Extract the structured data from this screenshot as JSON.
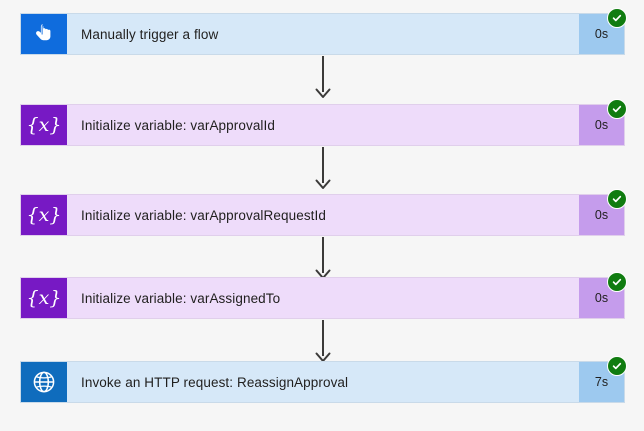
{
  "canvas": {
    "background_color": "#f6f6f6",
    "status_color": "#107c10"
  },
  "flow": {
    "steps": [
      {
        "title": "Manually trigger a flow",
        "duration": "0s",
        "icon": "touch-hand-icon",
        "icon_color": "#0f6cdd",
        "row_color": "#d6e8f8",
        "duration_color": "#9dc9ef",
        "status": "succeeded"
      },
      {
        "title": "Initialize variable: varApprovalId",
        "duration": "0s",
        "icon": "variable-braces-icon",
        "icon_color": "#7719c4",
        "row_color": "#eedcfa",
        "duration_color": "#c59cec",
        "status": "succeeded"
      },
      {
        "title": "Initialize variable: varApprovalRequestId",
        "duration": "0s",
        "icon": "variable-braces-icon",
        "icon_color": "#7719c4",
        "row_color": "#eedcfa",
        "duration_color": "#c59cec",
        "status": "succeeded"
      },
      {
        "title": "Initialize variable: varAssignedTo",
        "duration": "0s",
        "icon": "variable-braces-icon",
        "icon_color": "#7719c4",
        "row_color": "#eedcfa",
        "duration_color": "#c59cec",
        "status": "succeeded"
      },
      {
        "title": "Invoke an HTTP request: ReassignApproval",
        "duration": "7s",
        "icon": "globe-icon",
        "icon_color": "#0f6cbd",
        "row_color": "#d6e8f8",
        "duration_color": "#9dc9ef",
        "status": "succeeded"
      }
    ],
    "variable_glyph": "{x}",
    "connector_count": 4
  }
}
